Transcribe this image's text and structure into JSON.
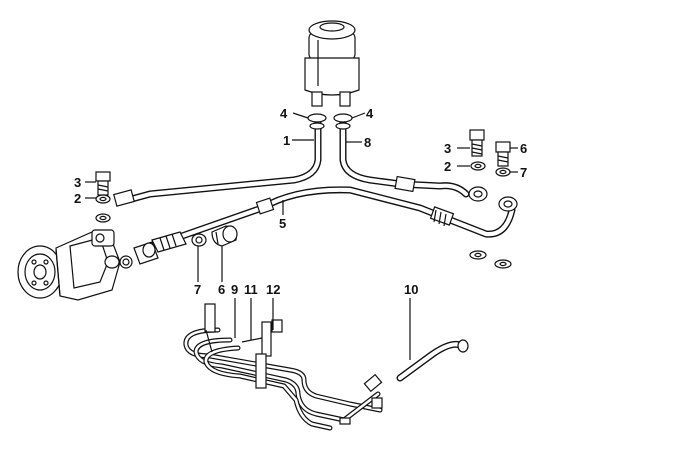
{
  "callouts": [
    {
      "id": "c1",
      "text": "1"
    },
    {
      "id": "c2a",
      "text": "2"
    },
    {
      "id": "c2b",
      "text": "2"
    },
    {
      "id": "c3a",
      "text": "3"
    },
    {
      "id": "c3b",
      "text": "3"
    },
    {
      "id": "c4a",
      "text": "4"
    },
    {
      "id": "c4b",
      "text": "4"
    },
    {
      "id": "c5",
      "text": "5"
    },
    {
      "id": "c6a",
      "text": "6"
    },
    {
      "id": "c6b",
      "text": "6"
    },
    {
      "id": "c7a",
      "text": "7"
    },
    {
      "id": "c7b",
      "text": "7"
    },
    {
      "id": "c8",
      "text": "8"
    },
    {
      "id": "c9",
      "text": "9"
    },
    {
      "id": "c10",
      "text": "10"
    },
    {
      "id": "c11",
      "text": "11"
    },
    {
      "id": "c12",
      "text": "12"
    }
  ]
}
